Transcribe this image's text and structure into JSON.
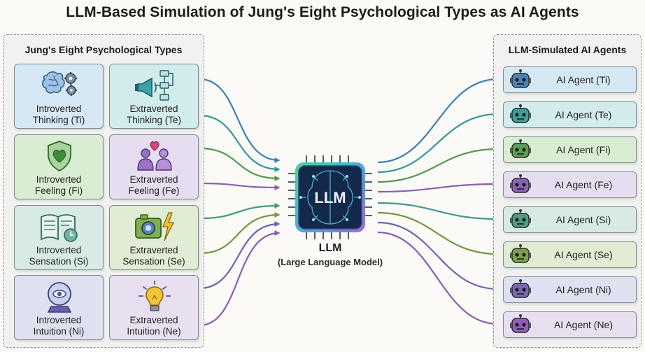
{
  "title": "LLM-Based Simulation of Jung's Eight Psychological Types as AI Agents",
  "left_panel": {
    "title": "Jung's Eight Psychological Types",
    "types": [
      {
        "line1": "Introverted",
        "line2": "Thinking (Ti)",
        "icon": "brain-gears-icon",
        "color": "#d6e8f3"
      },
      {
        "line1": "Extraverted",
        "line2": "Thinking (Te)",
        "icon": "megaphone-flowchart-icon",
        "color": "#d2ecec"
      },
      {
        "line1": "Introverted",
        "line2": "Feeling (Fi)",
        "icon": "heart-shield-icon",
        "color": "#d9edd2"
      },
      {
        "line1": "Extraverted",
        "line2": "Feeling (Fe)",
        "icon": "people-heart-icon",
        "color": "#e6def0"
      },
      {
        "line1": "Introverted",
        "line2": "Sensation (Si)",
        "icon": "book-clock-icon",
        "color": "#d7ebe4"
      },
      {
        "line1": "Extraverted",
        "line2": "Sensation (Se)",
        "icon": "camera-lightning-icon",
        "color": "#e0ecd3"
      },
      {
        "line1": "Introverted",
        "line2": "Intuition (Ni)",
        "icon": "crystal-ball-icon",
        "color": "#dfe1f1"
      },
      {
        "line1": "Extraverted",
        "line2": "Intuition (Ne)",
        "icon": "lightbulb-icon",
        "color": "#e8e0f1"
      }
    ]
  },
  "llm": {
    "chip_text": "LLM",
    "name": "LLM",
    "full_name": "(Large Language Model)"
  },
  "right_panel": {
    "title": "LLM-Simulated AI Agents",
    "agents": [
      {
        "label": "AI Agent (Ti)",
        "color": "#d6e8f3",
        "robot": "#4a83b5"
      },
      {
        "label": "AI Agent (Te)",
        "color": "#d2ecec",
        "robot": "#3f9c9c"
      },
      {
        "label": "AI Agent (Fi)",
        "color": "#d9edd2",
        "robot": "#5a9e55"
      },
      {
        "label": "AI Agent (Fe)",
        "color": "#e6def0",
        "robot": "#8a62b3"
      },
      {
        "label": "AI Agent (Si)",
        "color": "#d7ebe4",
        "robot": "#4f9b84"
      },
      {
        "label": "AI Agent (Se)",
        "color": "#e0ecd3",
        "robot": "#7aa04a"
      },
      {
        "label": "AI Agent (Ni)",
        "color": "#dfe1f1",
        "robot": "#7a66b8"
      },
      {
        "label": "AI Agent (Ne)",
        "color": "#e8e0f1",
        "robot": "#8e5fb8"
      }
    ]
  },
  "arrow_colors": [
    "#3b7fb8",
    "#2f9a9a",
    "#4f9a4f",
    "#8a5fb0",
    "#3f9a86",
    "#6f9a3f",
    "#6f62b0",
    "#8a5cb4"
  ]
}
